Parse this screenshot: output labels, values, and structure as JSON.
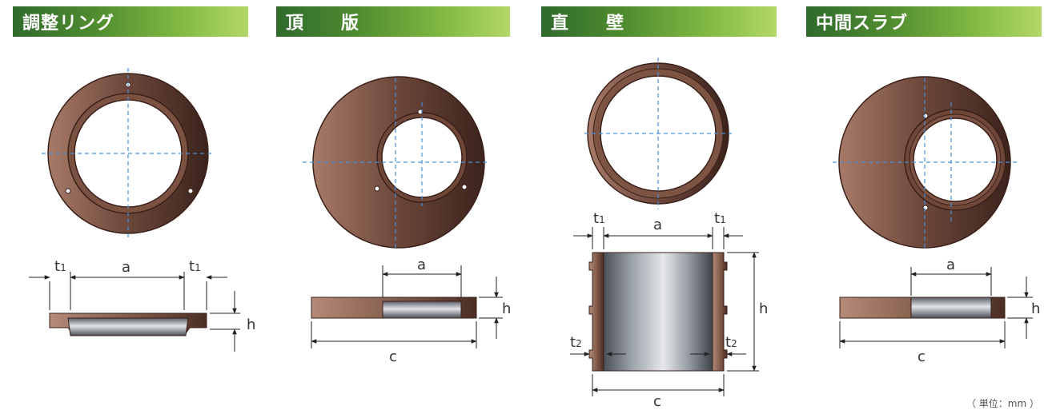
{
  "headers": [
    "調整リング",
    "頂　　版",
    "直　　壁",
    "中間スラブ"
  ],
  "unit_note": "（ 単位：mm ）",
  "labels": {
    "a": "a",
    "c": "c",
    "h": "h",
    "t": "t",
    "sub1": "1",
    "sub2": "2"
  }
}
